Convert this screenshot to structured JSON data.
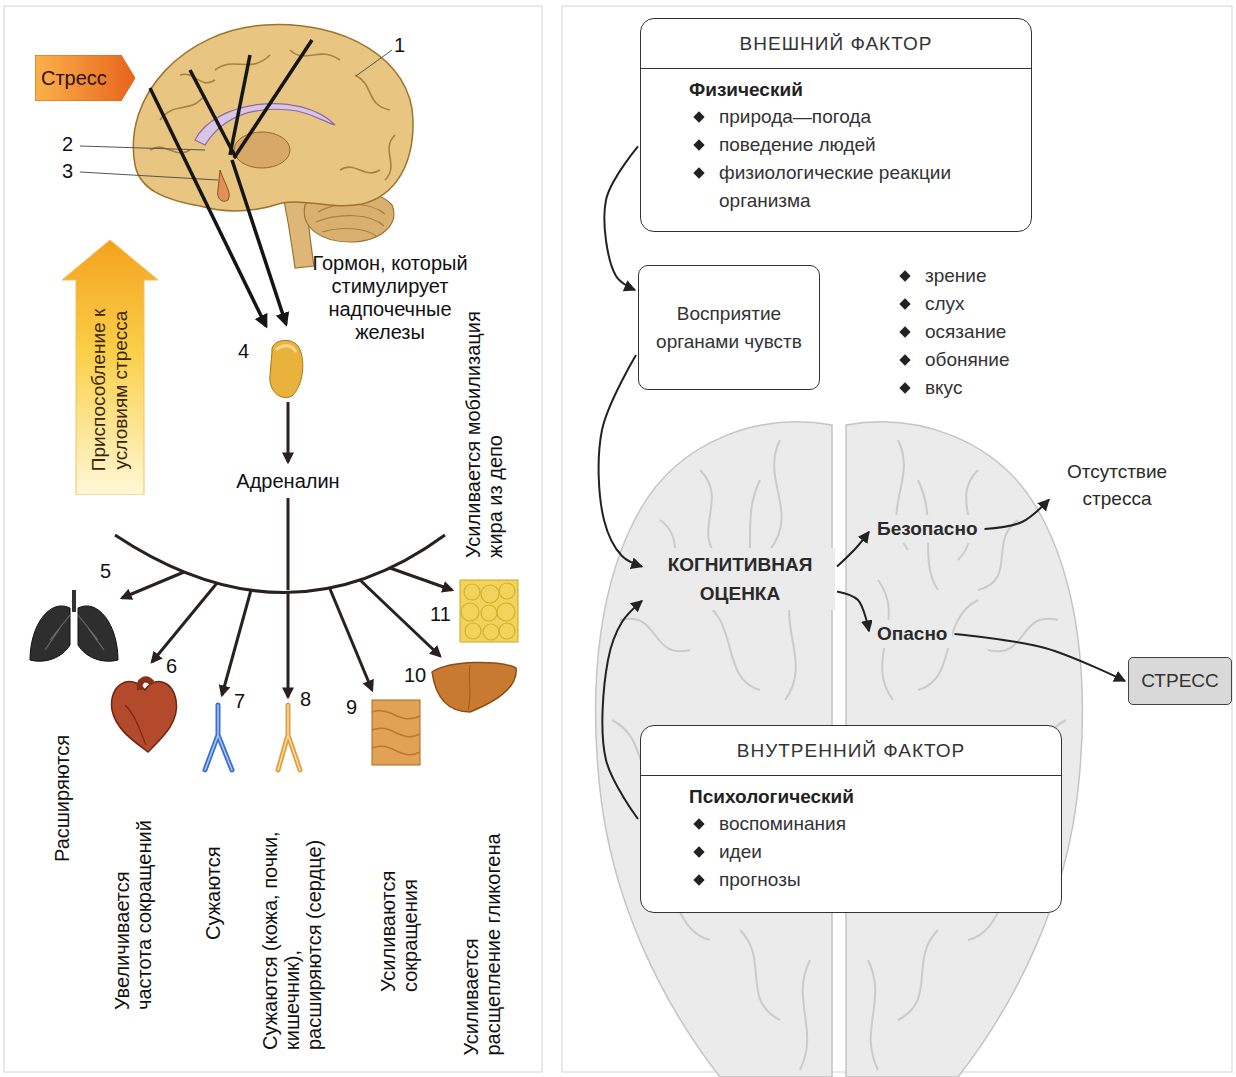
{
  "diagram": {
    "nodes": [
      {
        "text": [
          "Стресс"
        ]
      },
      {
        "text": [
          "Приспособление к условиям стресса"
        ]
      },
      {
        "text": [
          "ВНЕШНИЙ ФАКТОР",
          "Физический",
          "природа—погода",
          "поведение людей",
          "физиологические реакции организма"
        ]
      },
      {
        "text": [
          "Восприятие органами чувств"
        ]
      },
      {
        "text": [
          "КОГНИТИВНАЯ ОЦЕНКА"
        ]
      },
      {
        "text": [
          "Безопасно"
        ]
      },
      {
        "text": [
          "Отсутствие стресса"
        ]
      },
      {
        "text": [
          "Опасно"
        ]
      },
      {
        "text": [
          "СТРЕСС"
        ]
      },
      {
        "text": [
          "ВНУТРЕННИЙ ФАКТОР",
          "Психологический",
          "воспоминания",
          "идеи",
          "прогнозы"
        ]
      }
    ],
    "edges": [
      {
        "from": 2,
        "to": 3,
        "arrow": "to"
      },
      {
        "from": 3,
        "to": 4,
        "arrow": "to"
      },
      {
        "from": 9,
        "to": 4,
        "arrow": "to"
      },
      {
        "from": 4,
        "to": 5,
        "arrow": "to"
      },
      {
        "from": 4,
        "to": 7,
        "arrow": "to"
      },
      {
        "from": 5,
        "to": 6,
        "arrow": "to"
      },
      {
        "from": 7,
        "to": 8,
        "arrow": "to"
      }
    ],
    "labels": [
      "1",
      "2",
      "3",
      "Гормон, который стимулирует надпочечные железы",
      "4",
      "Адреналин",
      "Усиливается мобилизация жира из депо",
      "5",
      "11",
      "6",
      "7",
      "8",
      "9",
      "10",
      "Расширяются",
      "Увеличивается частота сокращений",
      "Сужаются",
      "Сужаются (кожа, почки, кишечник), расширяются (сердце)",
      "Усиливаются сокращения",
      "Усиливается расщепление гликогена",
      "зрение",
      "слух",
      "осязание",
      "обоняние",
      "вкус"
    ]
  }
}
